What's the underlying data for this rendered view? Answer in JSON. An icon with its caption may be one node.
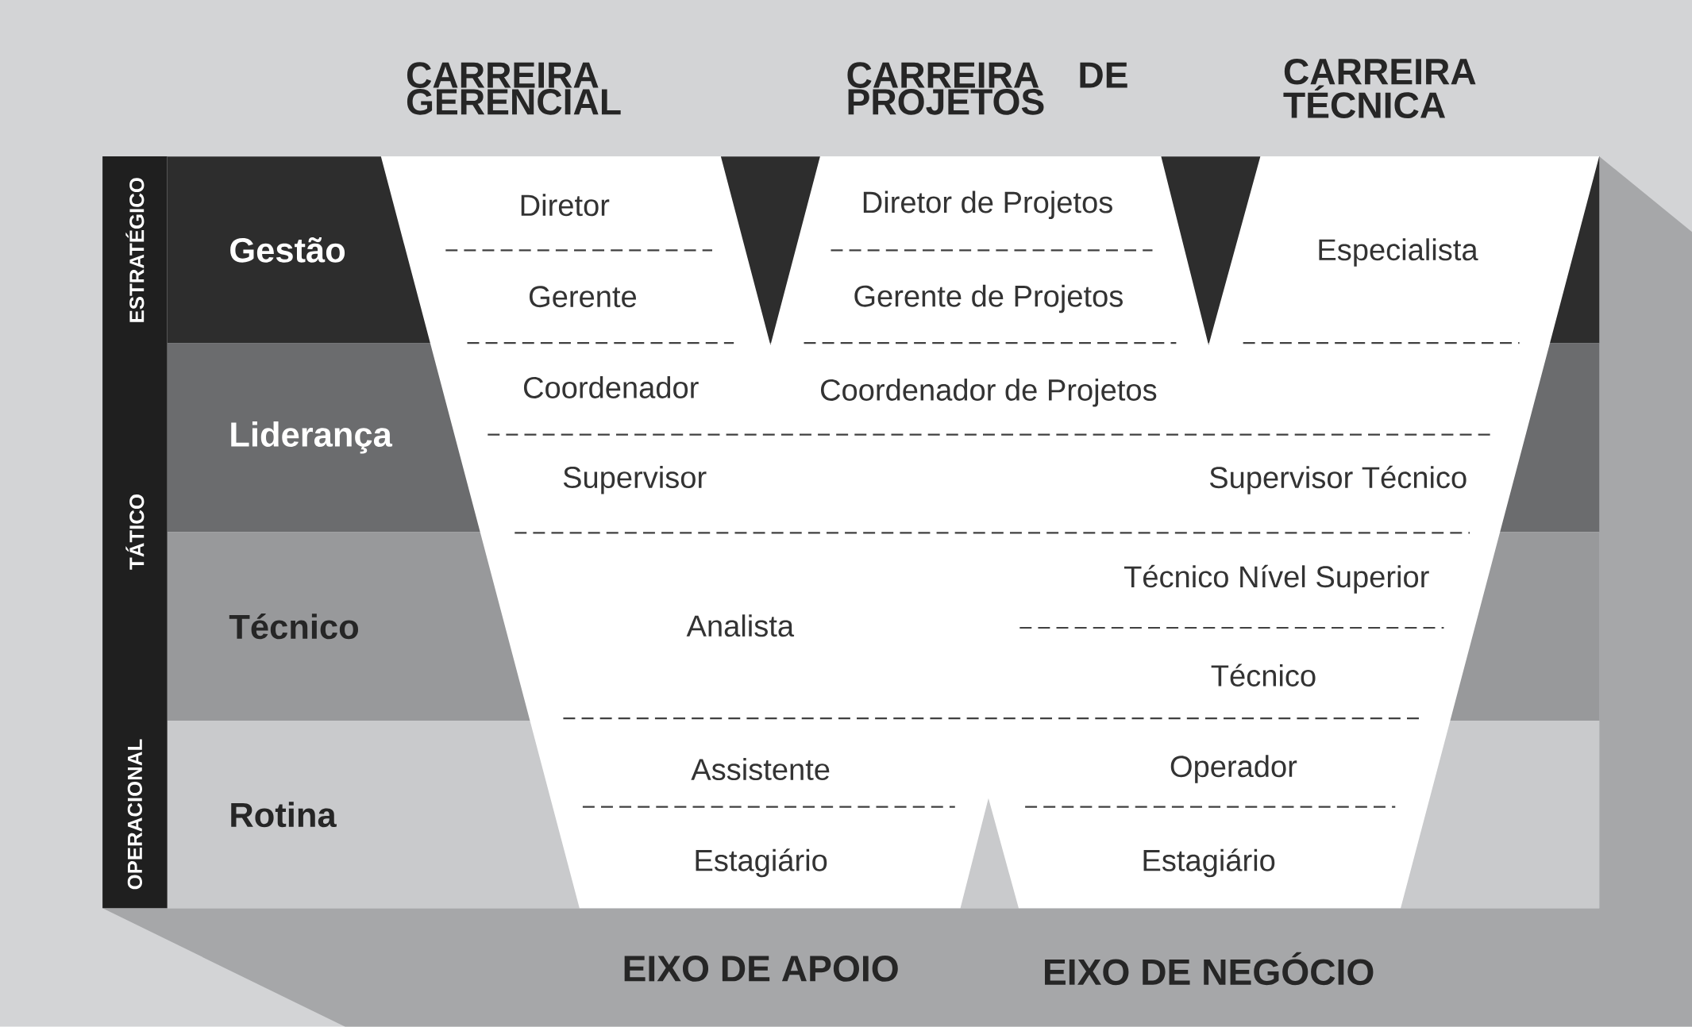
{
  "diagram": {
    "nodes": [
      {
        "text": [
          "Gestão"
        ]
      },
      {
        "text": [
          "Liderança"
        ]
      },
      {
        "text": [
          "Técnico"
        ]
      },
      {
        "text": [
          "Rotina"
        ]
      }
    ],
    "labels": [
      "CARREIRA GERENCIAL",
      "CARREIRA DE PROJETOS",
      "CARREIRA TÉCNICA",
      "ESTRATÉGICO",
      "TÁTICO",
      "OPERACIONAL",
      "Diretor",
      "Diretor de Projetos",
      "Especialista",
      "Gerente",
      "Gerente de Projetos",
      "Coordenador",
      "Coordenador de Projetos",
      "Supervisor",
      "Supervisor Técnico",
      "Técnico Nível Superior",
      "Analista",
      "Técnico",
      "Assistente",
      "Operador",
      "Estagiário",
      "Estagiário",
      "EIXO DE APOIO",
      "EIXO DE NEGÓCIO"
    ]
  }
}
